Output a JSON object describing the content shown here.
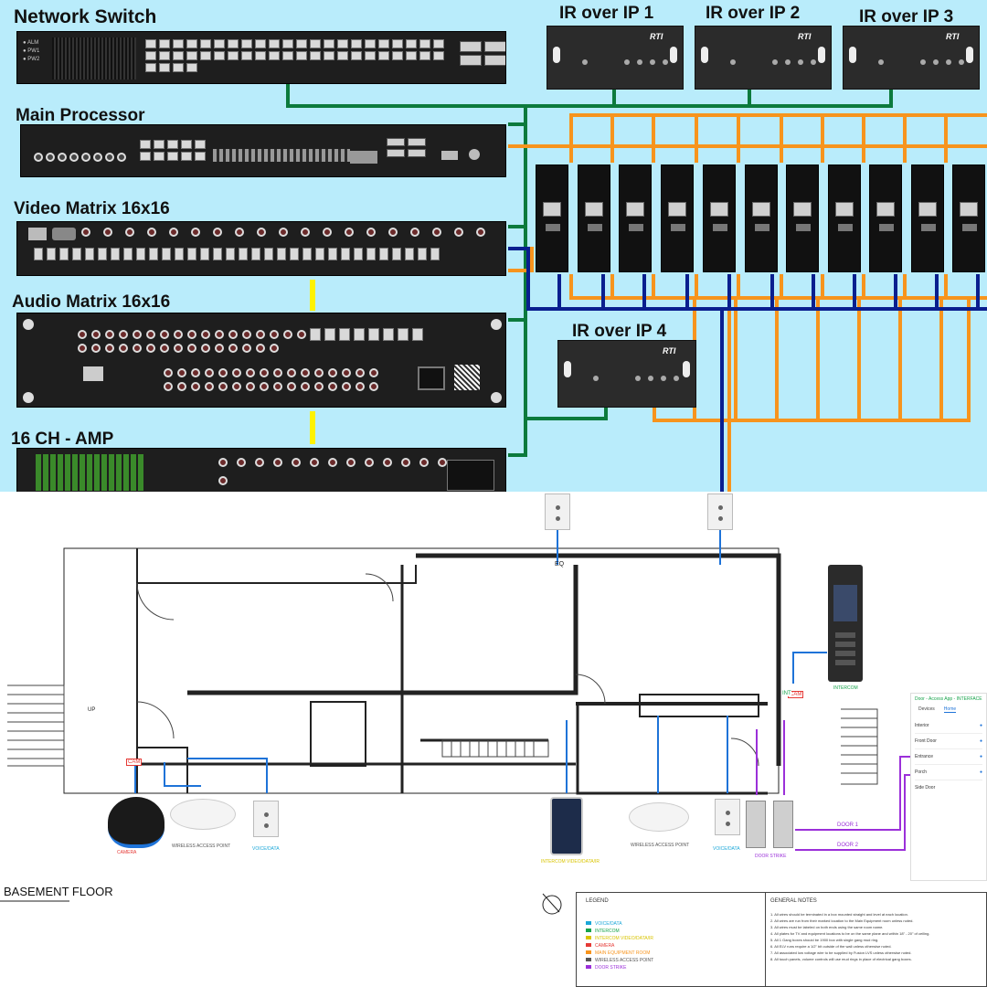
{
  "equipment": {
    "network_switch": "Network Switch",
    "main_processor": "Main Processor",
    "video_matrix": "Video Matrix 16x16",
    "audio_matrix": "Audio Matrix 16x16",
    "amp": "16 CH - AMP",
    "ir1": "IR over IP 1",
    "ir2": "IR over IP 2",
    "ir3": "IR over IP 3",
    "ir4": "IR over IP 4",
    "ir_brand": "RTI"
  },
  "colors": {
    "background": "#b9ecfb",
    "network_wire": "#0c7a3c",
    "ir_wire": "#f7941d",
    "video_wire": "#0a1f8f",
    "link_wire": "#fff200",
    "camera_tag": "#e53935",
    "intercom_tag": "#16a34a",
    "door_wire": "#9b30d9",
    "voice_wire": "#1e73d8"
  },
  "floor_plan": {
    "title": "BASEMENT FLOOR",
    "labels": {
      "camera": "CAMERA",
      "wireless_access_point": "WIRELESS ACCESS POINT",
      "voice_data": "VOICE/DATA",
      "intercom_video": "INTERCOM VIDEO/DATA/IR",
      "door_strike": "DOOR STRIKE",
      "intercom": "INTERCOM",
      "door_1": "DOOR 1",
      "door_2": "DOOR 2",
      "cam_tag": "CAM",
      "cam_tag2": "CAM",
      "int_tag": "INT",
      "eq_tag": "EQ",
      "up_tag": "UP"
    }
  },
  "phone": {
    "title": "Door - Access App - INTERFACE",
    "tab_devices": "Devices",
    "tab_home": "Home",
    "items": [
      "Interior",
      "Front Door",
      "Entrance",
      "Porch",
      "Side Door"
    ]
  },
  "legend": {
    "title": "LEGEND",
    "notes_title": "GENERAL NOTES",
    "items": [
      "VOICE/DATA",
      "INTERCOM",
      "INTERCOM VIDEO/DATA/IR",
      "CAMERA",
      "MAIN EQUIPMENT ROOM",
      "WIRELESS ACCESS POINT",
      "DOOR STRIKE"
    ],
    "item_colors": [
      "#1ba7d8",
      "#16a34a",
      "#d9c400",
      "#e53935",
      "#f7941d",
      "#555555",
      "#9b30d9"
    ],
    "notes": [
      "All wires should be terminated in a box mounted straight and level at each location.",
      "All wires are run from their marked location to the Main Equipment room unless noted.",
      "All wires must be labeled on both ends using the same room name.",
      "All plates for TV and equipment locations to be on the same plane and within 18\" - 20\" of ceiling.",
      "All 1 Gang boxes should be 1900 box with single gang mud ring.",
      "All ELV runs require a 1/2\" bit outside of the wall unless otherwise noted.",
      "All associated low voltage wire to be supplied by Fusion LVS unless otherwise noted.",
      "All touch panels, volume controls will use mud rings in place of electrical gang boxes."
    ]
  }
}
